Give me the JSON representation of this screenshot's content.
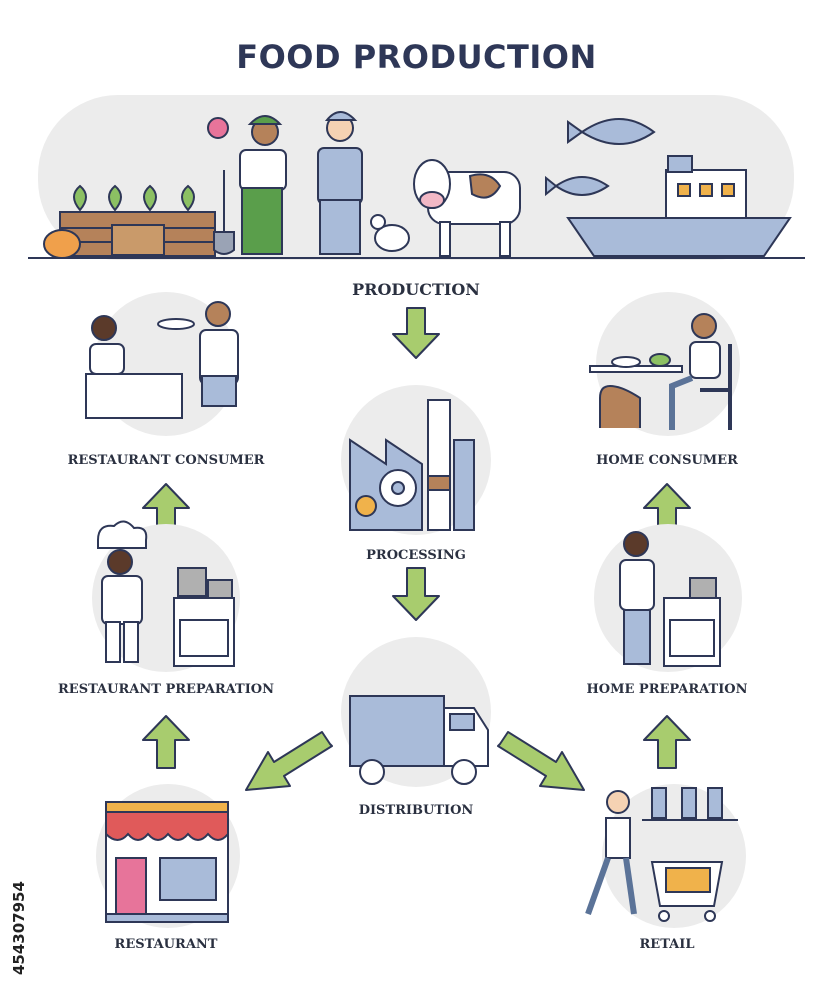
{
  "title": "FOOD PRODUCTION",
  "nodes": {
    "production": "PRODUCTION",
    "processing": "PROCESSING",
    "distribution": "DISTRIBUTION",
    "restaurant": "RESTAURANT",
    "retail": "RETAIL",
    "restaurant_preparation": "RESTAURANT PREPARATION",
    "home_preparation": "HOME PREPARATION",
    "restaurant_consumer": "RESTAURANT CONSUMER",
    "home_consumer": "HOME CONSUMER"
  },
  "stock_id": "454307954",
  "colors": {
    "arrow_fill": "#a8cc6e",
    "arrow_stroke": "#2e3757",
    "circle_bg": "#ececec",
    "accent_blue": "#a9bbd9",
    "accent_brown": "#b5825a"
  }
}
